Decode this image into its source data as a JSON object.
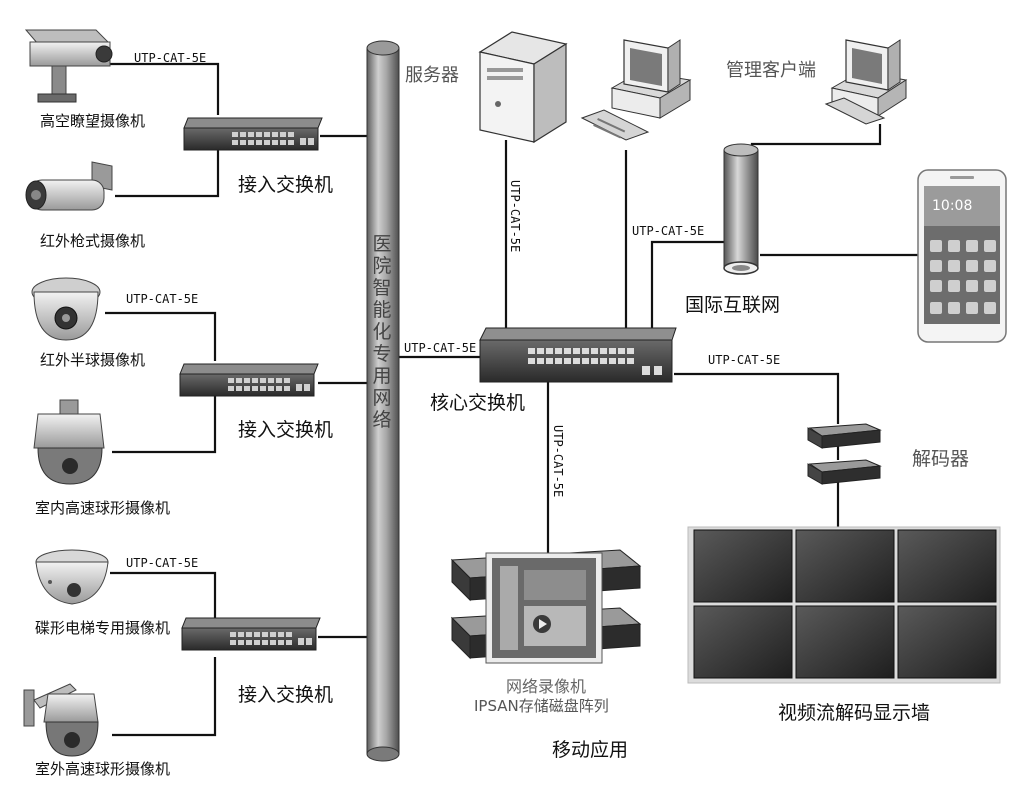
{
  "backbone": {
    "label": "医院智能化专用网络"
  },
  "cameras": [
    {
      "label": "高空瞭望摄像机",
      "icon": "long-range-camera-icon"
    },
    {
      "label": "红外枪式摄像机",
      "icon": "bullet-camera-icon"
    },
    {
      "label": "红外半球摄像机",
      "icon": "dome-camera-icon"
    },
    {
      "label": "室内高速球形摄像机",
      "icon": "speed-dome-camera-icon"
    },
    {
      "label": "碟形电梯专用摄像机",
      "icon": "elevator-camera-icon"
    },
    {
      "label": "室外高速球形摄像机",
      "icon": "outdoor-ptz-camera-icon"
    }
  ],
  "access_switch_label": "接入交换机",
  "cable_label": "UTP-CAT-5E",
  "core_switch": {
    "label": "核心交换机"
  },
  "server": {
    "label": "服务器"
  },
  "management_client": {
    "label": "管理客户端"
  },
  "internet": {
    "label": "国际互联网"
  },
  "decoder": {
    "label": "解码器"
  },
  "video_wall": {
    "label": "视频流解码显示墙"
  },
  "storage": {
    "line1": "网络录像机",
    "line2": "IPSAN存储磁盘阵列"
  },
  "mobile": {
    "label": "移动应用"
  },
  "phone": {
    "time": "10:08"
  },
  "colors": {
    "line": "#111111",
    "trunk_dark": "#6e6e6e",
    "trunk_light": "#d4d4d4",
    "device": "#3a3a3a"
  }
}
